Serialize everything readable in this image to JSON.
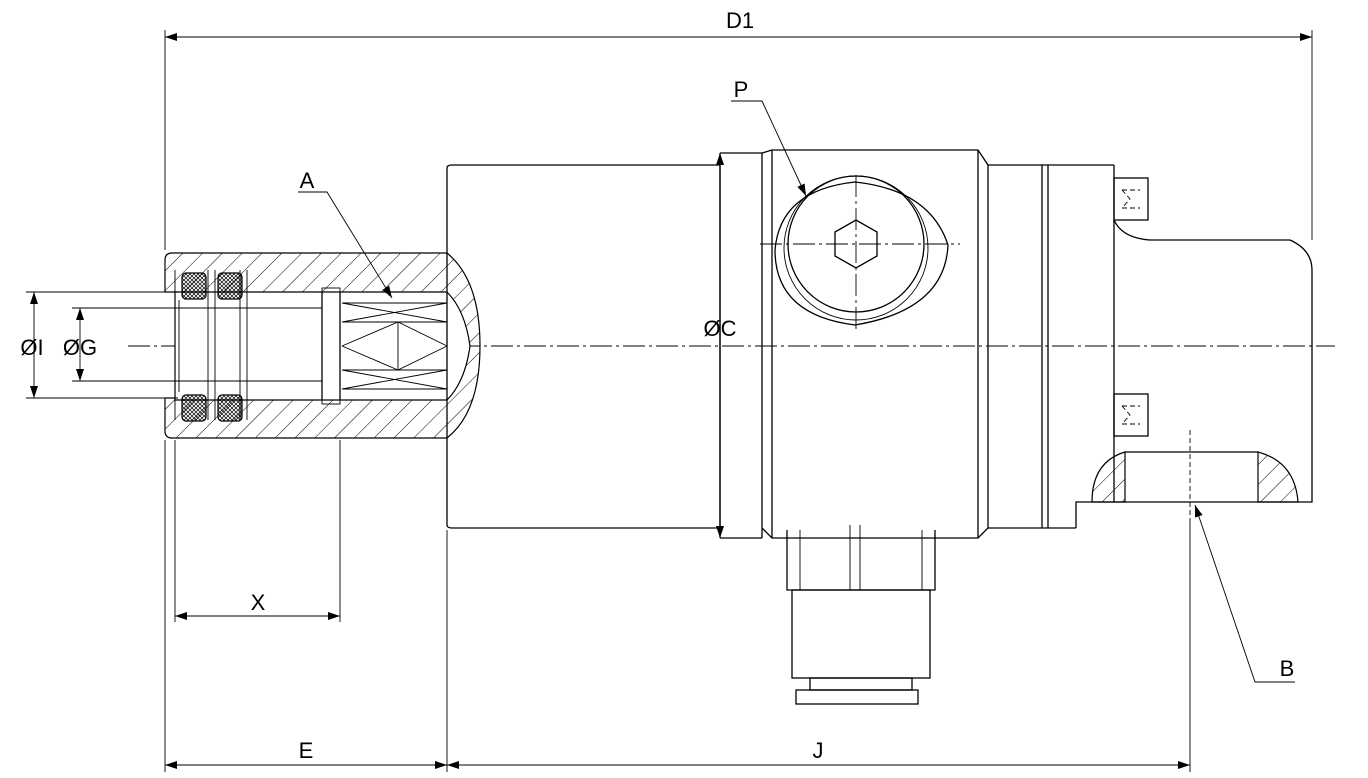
{
  "drawing": {
    "dimensions": {
      "overall_length": "D1",
      "housing_length": "E",
      "body_length": "J",
      "insertion_depth": "X",
      "outer_diameter": "ØI",
      "bore_diameter": "ØG",
      "body_diameter": "ØC"
    },
    "callouts": {
      "shaft_end": "A",
      "port": "P",
      "mounting_hole": "B"
    }
  }
}
